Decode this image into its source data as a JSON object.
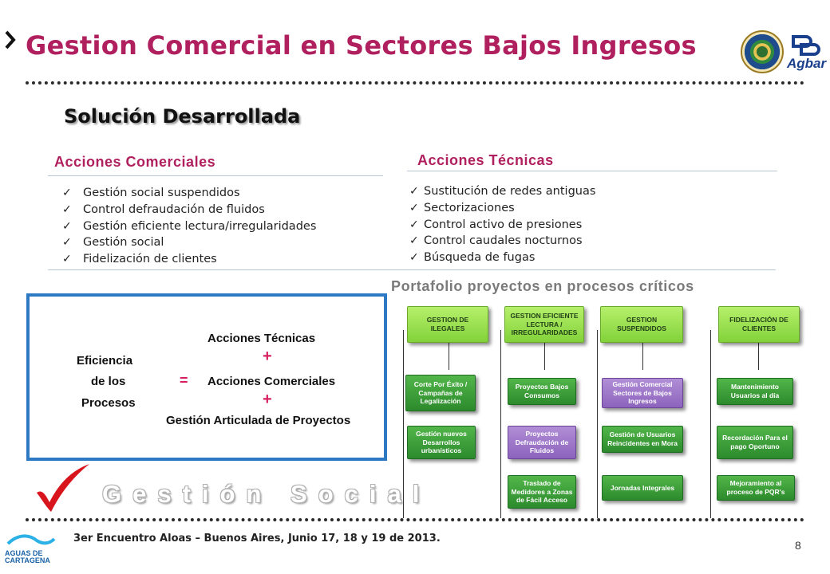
{
  "header": {
    "title": "Gestion Comercial en Sectores Bajos Ingresos",
    "brand_logo_text": "Agbar",
    "seal_icon": "city-seal-icon"
  },
  "subtitle": "Solución Desarrollada",
  "acciones_comerciales": {
    "heading": "Acciones Comerciales",
    "items": [
      "Gestión social suspendidos",
      "Control defraudación de fluidos",
      "Gestión eficiente lectura/irregularidades",
      "Gestión social",
      "Fidelización de clientes"
    ]
  },
  "acciones_tecnicas": {
    "heading": "Acciones Técnicas",
    "items": [
      "Sustitución de redes antiguas",
      "Sectorizaciones",
      "Control activo de presiones",
      "Control caudales nocturnos",
      "Búsqueda de fugas"
    ]
  },
  "equation": {
    "left_line1": "Eficiencia",
    "left_line2": "de los",
    "left_line3": "Procesos",
    "equals": "=",
    "term1": "Acciones  Técnicas",
    "plus1": "+",
    "term2": "Acciones  Comerciales",
    "plus2": "+",
    "term3": "Gestión  Articulada de Proyectos"
  },
  "gestion_social": "Gestión Social",
  "portfolio": {
    "heading": "Portafolio  proyectos  en procesos  críticos",
    "columns": [
      {
        "head": "GESTION DE ILEGALES",
        "items": [
          {
            "label": "Corte Por Éxito / Campañas de Legalización",
            "color": "green"
          },
          {
            "label": "Gestión nuevos Desarrollos urbanísticos",
            "color": "green"
          }
        ]
      },
      {
        "head": "GESTION EFICIENTE LECTURA / IRREGULARIDADES",
        "items": [
          {
            "label": "Proyectos Bajos Consumos",
            "color": "green"
          },
          {
            "label": "Proyectos Defraudación de Fluidos",
            "color": "purple"
          },
          {
            "label": "Traslado de Medidores a Zonas de Fácil Acceso",
            "color": "green"
          }
        ]
      },
      {
        "head": "GESTION SUSPENDIDOS",
        "items": [
          {
            "label": "Gestión Comercial Sectores de Bajos Ingresos",
            "color": "purple"
          },
          {
            "label": "Gestión de Usuarios Reincidentes en Mora",
            "color": "green"
          },
          {
            "label": "Jornadas Integrales",
            "color": "green"
          }
        ]
      },
      {
        "head": "FIDELIZACIÓN DE CLIENTES",
        "items": [
          {
            "label": "Mantenimiento Usuarios al día",
            "color": "green"
          },
          {
            "label": "Recordación Para el pago Oportuno",
            "color": "green"
          },
          {
            "label": "Mejoramiento al proceso de PQR's",
            "color": "green"
          }
        ]
      }
    ]
  },
  "footer": {
    "event": "3er Encuentro Aloas – Buenos Aires, Junio 17, 18 y 19 de 2013.",
    "page_number": "8",
    "logo_text_1": "AGUAS DE",
    "logo_text_2": "CARTAGENA"
  },
  "colors": {
    "title": "#b01f5e",
    "accent_box_border": "#2d79c4",
    "head_box": "#9be052",
    "green_box": "#3a9d3a",
    "purple_box": "#9c75c8"
  }
}
